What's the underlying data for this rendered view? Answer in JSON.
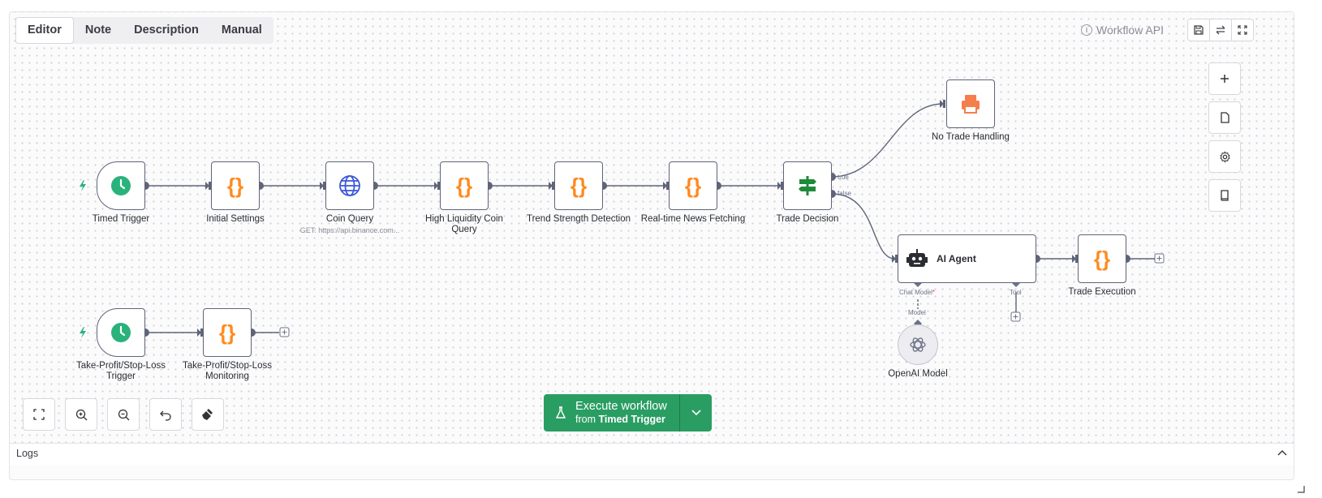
{
  "tabs": [
    {
      "label": "Editor",
      "active": true
    },
    {
      "label": "Note",
      "active": false
    },
    {
      "label": "Description",
      "active": false
    },
    {
      "label": "Manual",
      "active": false
    }
  ],
  "header": {
    "workflow_api": "Workflow API",
    "icons": [
      "save-icon",
      "swap-icon",
      "fullscreen-icon"
    ]
  },
  "side_toolbar": [
    "plus-icon",
    "sticky-note-icon",
    "settings-icon",
    "book-icon"
  ],
  "nodes": {
    "timed_trigger": "Timed Trigger",
    "initial_settings": "Initial Settings",
    "coin_query": "Coin Query",
    "coin_query_sub": "GET: https://api.binance.com...",
    "high_liquidity_1": "High Liquidity Coin",
    "high_liquidity_2": "Query",
    "trend_strength": "Trend Strength Detection",
    "news_fetching": "Real-time News Fetching",
    "trade_decision": "Trade Decision",
    "no_trade": "No Trade Handling",
    "ai_agent": "AI Agent",
    "trade_execution": "Trade Execution",
    "openai_model": "OpenAI Model",
    "tp_trigger_1": "Take-Profit/Stop-Loss",
    "tp_trigger_2": "Trigger",
    "tp_monitor_1": "Take-Profit/Stop-Loss",
    "tp_monitor_2": "Monitoring"
  },
  "connections": {
    "true_label": "true",
    "false_label": "false",
    "chat_model": "Chat Model",
    "required_marker": "*",
    "model": "Model",
    "tool": "Tool"
  },
  "execute": {
    "title": "Execute workflow",
    "from": "from",
    "trigger": "Timed Trigger"
  },
  "zoom_controls": [
    "fit-view-icon",
    "zoom-in-icon",
    "zoom-out-icon",
    "undo-icon",
    "clear-execution-icon"
  ],
  "logs": {
    "label": "Logs"
  },
  "colors": {
    "accent_green": "#2a9d63",
    "trigger_green": "#2ab27b",
    "code_orange": "#ff8a1f",
    "globe_blue": "#3b57d6",
    "print_orange": "#f57e4d",
    "wire": "#5f6478"
  }
}
